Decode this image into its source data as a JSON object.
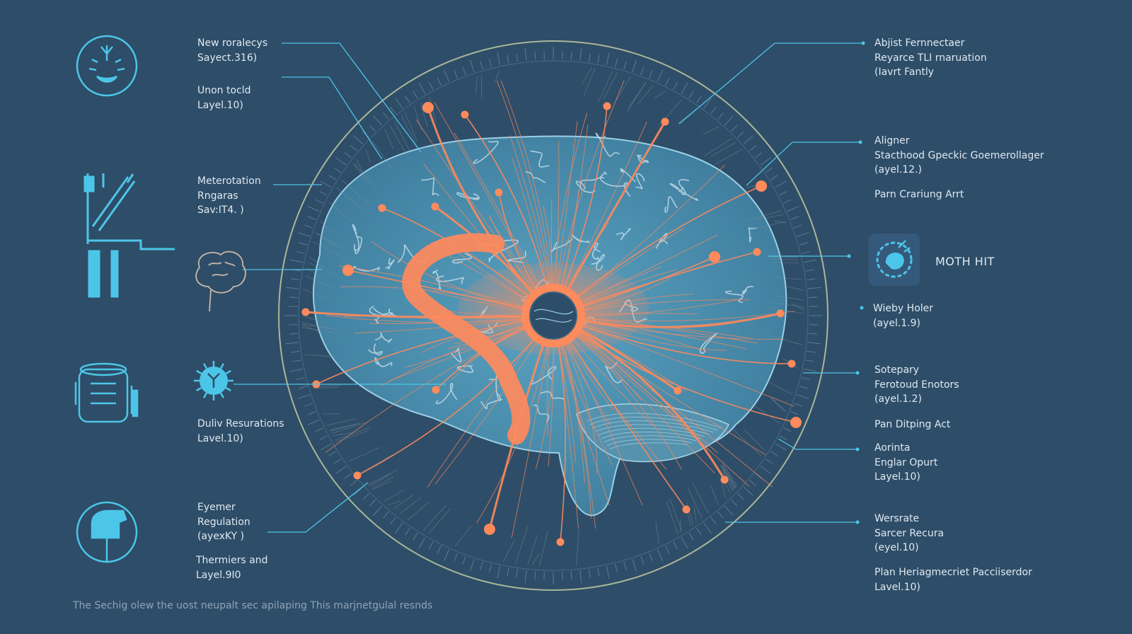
{
  "left_labels": [
    {
      "lines": [
        "New roralecys",
        "Sayect.316)"
      ]
    },
    {
      "lines": [
        "Unon tocld",
        "Layel.10)"
      ]
    },
    {
      "lines": [
        "Meterotation",
        "Rngaras",
        "Sav:IT4. )"
      ]
    },
    {
      "lines": [
        "Duliv Resurations",
        "Lavel.10)"
      ]
    },
    {
      "lines": [
        "Eyemer",
        "Regulation",
        "(ayexKY )"
      ]
    },
    {
      "lines": [
        "Thermiers and",
        "Layel.9I0"
      ]
    }
  ],
  "right_labels": [
    {
      "lines": [
        "Abjist Fernnectaer",
        "Reyarce TLI rnaruation",
        "(Iavrt Fantly"
      ]
    },
    {
      "lines": [
        "Aligner",
        "Stacthood Gpeckic Goemerollager",
        "(ayel.12.)"
      ]
    },
    {
      "lines": [
        "Parn Crariung Arrt"
      ]
    },
    {
      "lines": [
        "Wieby Holer",
        "(ayel.1.9)"
      ]
    },
    {
      "lines": [
        "Sotepary",
        "Ferotoud Enotors",
        "(ayel.1.2)"
      ]
    },
    {
      "lines": [
        "Pan Ditping Act"
      ]
    },
    {
      "lines": [
        "Aorinta",
        "Englar Opurt",
        "Layel.10)"
      ]
    },
    {
      "lines": [
        "Wersrate",
        "Sarcer Recura",
        "(eyel.10)"
      ]
    },
    {
      "lines": [
        "Plan Heriagmecriet Pacciiserdor",
        "Lavel.10)"
      ]
    }
  ],
  "badge": {
    "label": "MOTH HIT",
    "icon": "brain-gear-icon"
  },
  "footer": "The Sechig olew the uost neupalt sec apilaping This marjnetgulal resnds",
  "icons": {
    "left": [
      "face-icon",
      "tools-icon",
      "brain-outline-icon",
      "virus-icon",
      "battery-icon",
      "bird-icon"
    ]
  },
  "colors": {
    "background": "#2e4d68",
    "brain_fill": "#4a8fae",
    "neuron": "#ff8a5c",
    "cyan": "#4cc6e8",
    "ring": "#a9b69a",
    "text": "#dfe9f1"
  }
}
